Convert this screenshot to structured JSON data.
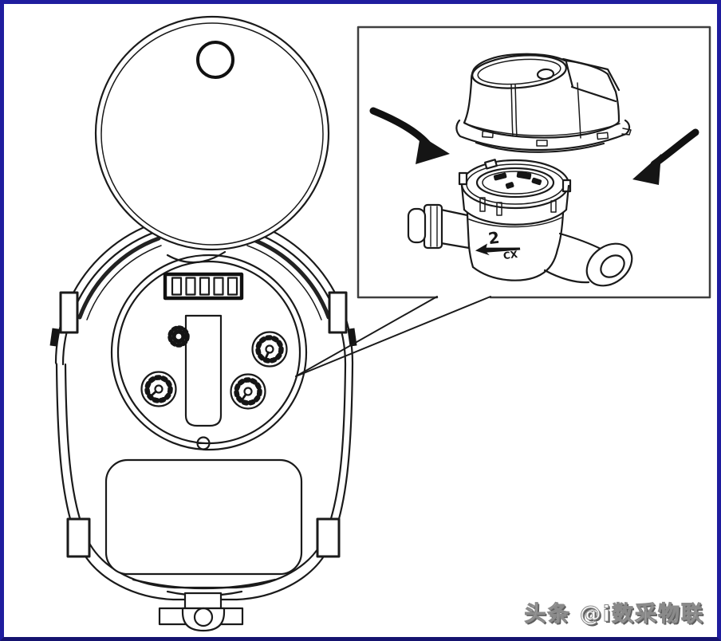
{
  "page": {
    "background": "#ffffff",
    "border_color": "#1f1d9e"
  },
  "watermark": {
    "text": "头条 @i数采物联"
  },
  "diagram": {
    "kind": "technical-line-illustration",
    "subject": "water meter with flip-open lid and detachable register module",
    "line_color": "#1a1a1a",
    "main_view": {
      "counter_digit_windows": 5,
      "dial_count": 3,
      "parts": [
        "open-lid",
        "finger-hole",
        "housing-body",
        "meter-face",
        "digit-counter",
        "gear",
        "sub-dials",
        "center-rib",
        "screw",
        "label-panel",
        "side-tabs",
        "bottom-clasp"
      ]
    },
    "inset": {
      "parts": [
        "register-module",
        "meter-body",
        "left-assembly-arrow",
        "right-assembly-arrow",
        "callout-pointer"
      ],
      "meter_marking_number": "2",
      "meter_marking_letters": "CX",
      "flow_arrow_direction": "left"
    }
  }
}
